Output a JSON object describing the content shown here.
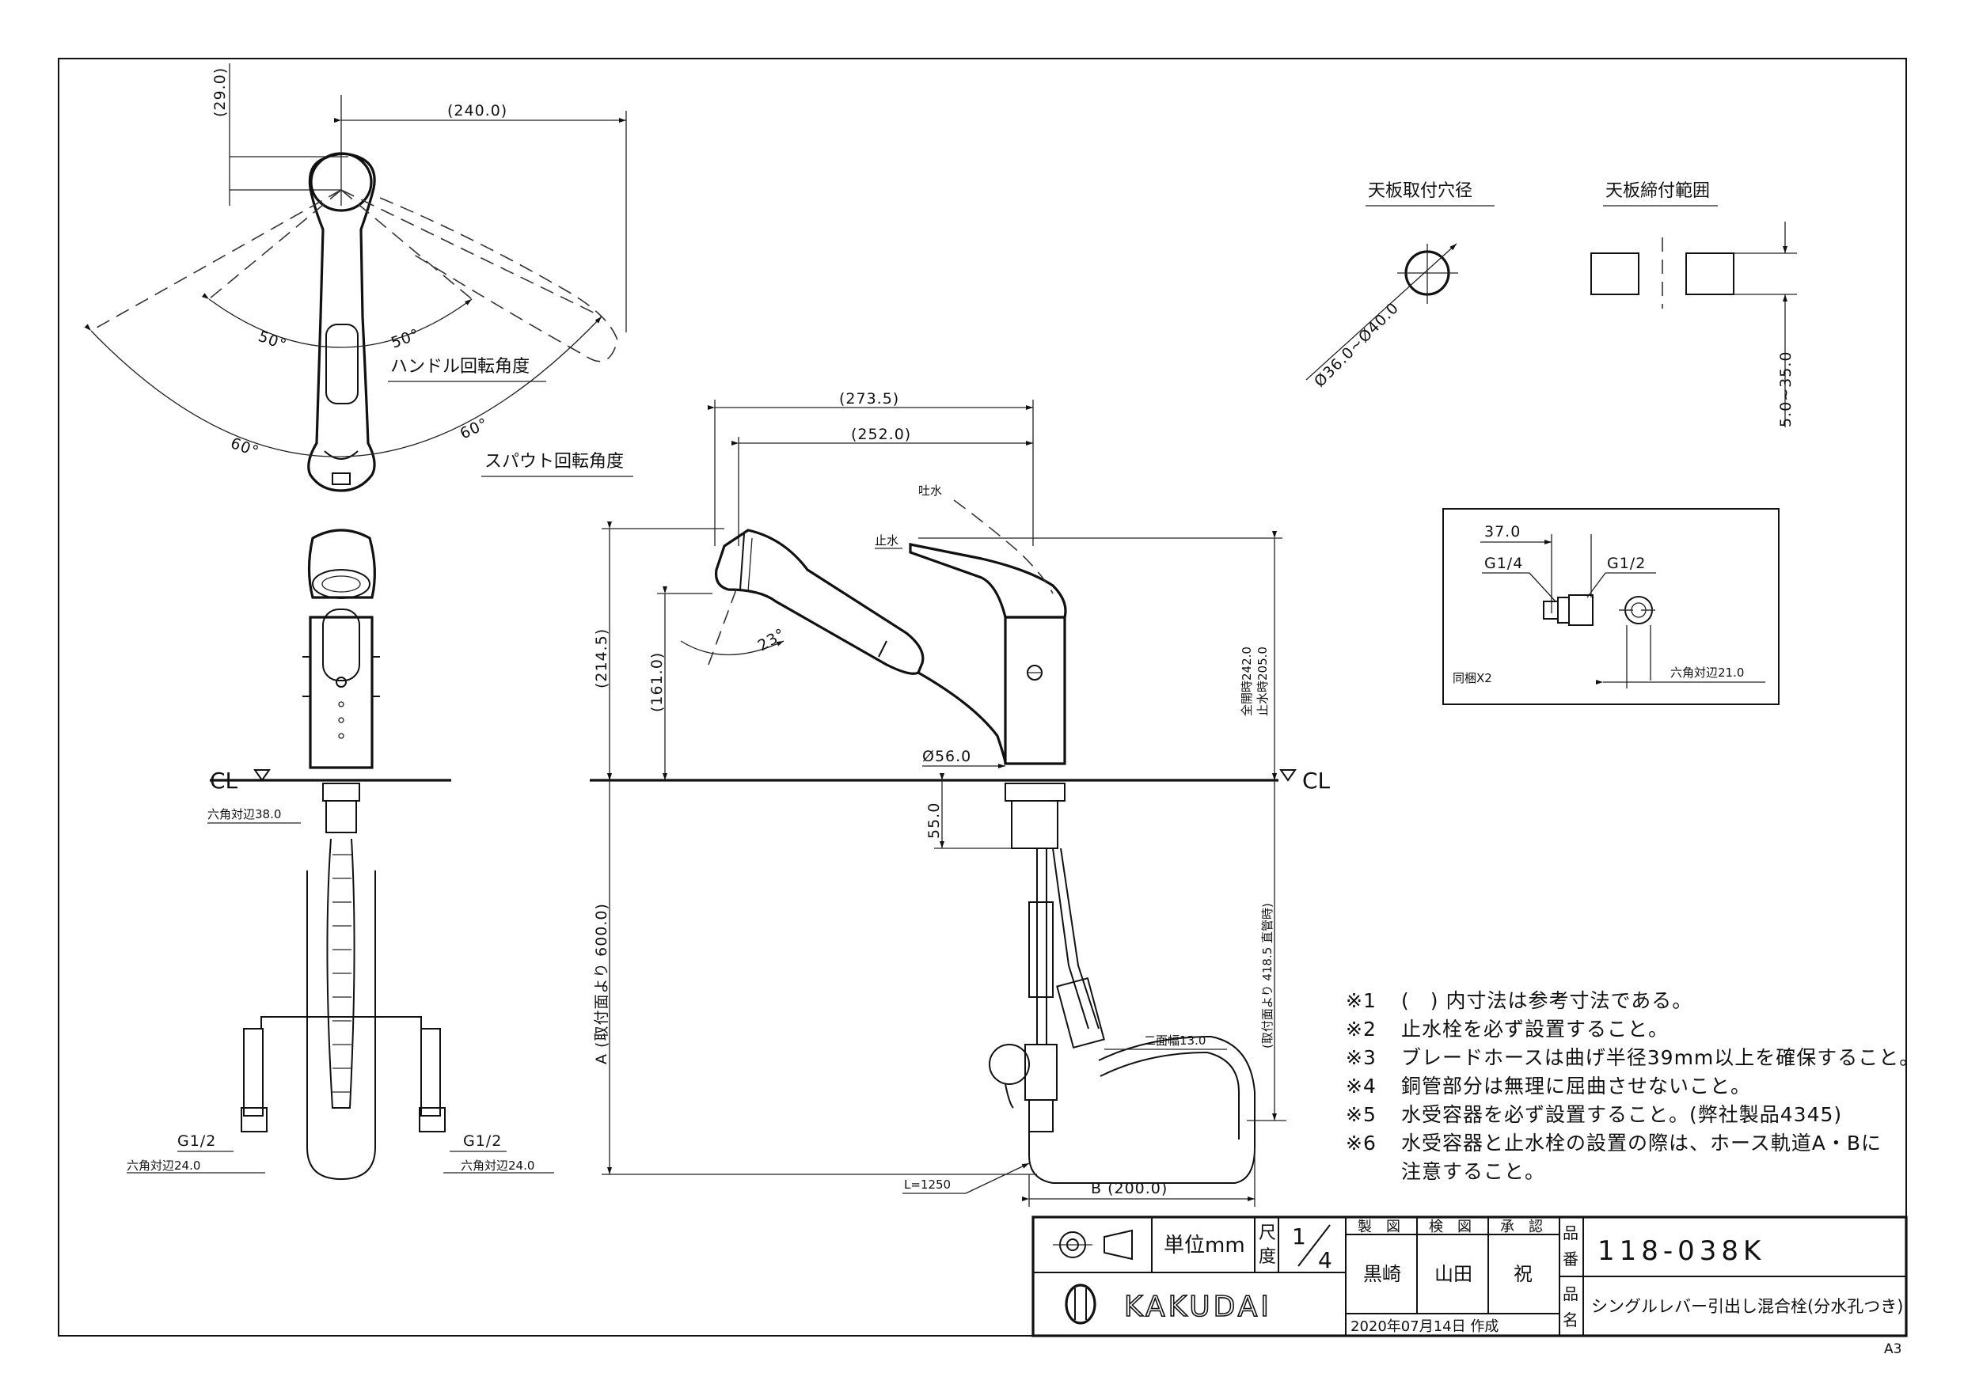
{
  "top_view": {
    "dim_240": "(240.0)",
    "dim_29": "(29.0)",
    "angle_handle_left": "50°",
    "angle_handle_right": "50°",
    "angle_spout_left": "60°",
    "angle_spout_right": "60°",
    "label_handle_rotation": "ハンドル回転角度",
    "label_spout_rotation": "スパウト回転角度"
  },
  "front_view": {
    "cl_label": "CL",
    "hex_38": "六角対辺38.0",
    "g12_left": "G1/2",
    "g12_right": "G1/2",
    "hex_24_left": "六角対辺24.0",
    "hex_24_right": "六角対辺24.0"
  },
  "side_view": {
    "dim_273": "(273.5)",
    "dim_252": "(252.0)",
    "label_spout_water": "吐水",
    "label_stop_water": "止水",
    "dim_214": "(214.5)",
    "dim_161": "(161.0)",
    "angle_23": "23°",
    "dim_242_205_line1": "全開時242.0",
    "dim_242_205_line2": "止水時205.0",
    "dim_56": "Ø56.0",
    "cl_label": "CL",
    "dim_55": "55.0",
    "dim_600": "A (取付面より 600.0)",
    "dim_418": "(取付面より 418.5 直管時)",
    "dim_nimen": "二面幅13.0",
    "dim_l": "L=1250",
    "dim_b": "B (200.0)"
  },
  "details": {
    "hole_title": "天板取付穴径",
    "hole_dim": "Ø36.0~Ø40.0",
    "clamp_title": "天板締付範囲",
    "clamp_dim": "5.0~35.0",
    "inset_dim_37": "37.0",
    "inset_g14": "G1/4",
    "inset_g12": "G1/2",
    "inset_qty": "同梱X2",
    "inset_hex21": "六角対辺21.0"
  },
  "notes": [
    {
      "mark": "※1",
      "text": "(　) 内寸法は参考寸法である。"
    },
    {
      "mark": "※2",
      "text": "止水栓を必ず設置すること。"
    },
    {
      "mark": "※3",
      "text": "ブレードホースは曲げ半径39mm以上を確保すること。"
    },
    {
      "mark": "※4",
      "text": "銅管部分は無理に屈曲させないこと。"
    },
    {
      "mark": "※5",
      "text": "水受容器を必ず設置すること。(弊社製品4345)"
    },
    {
      "mark": "※6",
      "text": "水受容器と止水栓の設置の際は、ホース軌道A・Bに"
    },
    {
      "mark": "",
      "text": "注意すること。"
    }
  ],
  "title_block": {
    "unit_label": "単位mm",
    "scale_label_1": "尺",
    "scale_label_2": "度",
    "scale_num": "1",
    "scale_den": "4",
    "col_drawn": "製　図",
    "col_checked": "検　図",
    "col_approved": "承　認",
    "drawn_by": "黒崎",
    "checked_by": "山田",
    "approved_by": "祝",
    "date_line": "2020年07月14日 作成",
    "part_no_label_1": "品",
    "part_no_label_2": "番",
    "part_number": "118-038K",
    "name_label_1": "品",
    "name_label_2": "名",
    "product_name": "シングルレバー引出し混合栓(分水孔つき)",
    "brand": "KAKUDAI",
    "sheet_size": "A3"
  }
}
